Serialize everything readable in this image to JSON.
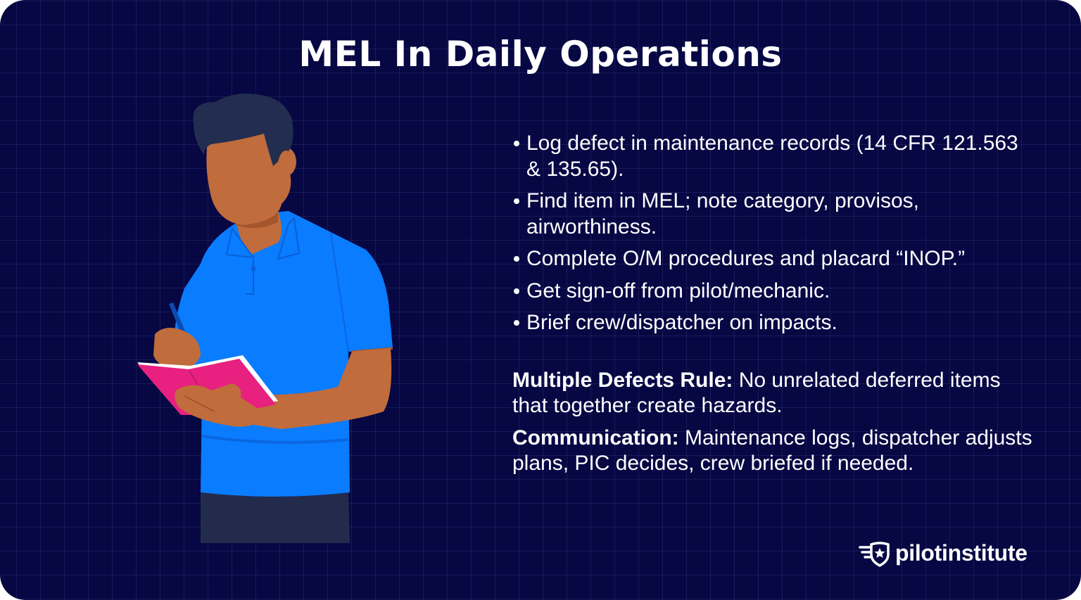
{
  "header": {
    "title": "MEL In Daily Operations"
  },
  "steps": [
    {
      "text": "Log defect in maintenance records (14 CFR 121.563 & 135.65)."
    },
    {
      "text": "Find item in MEL; note category, provisos, airworthiness."
    },
    {
      "text": "Complete O/M procedures and placard “INOP.”"
    },
    {
      "text": "Get sign-off from pilot/mechanic."
    },
    {
      "text": "Brief crew/dispatcher on impacts."
    }
  ],
  "notes": [
    {
      "label": "Multiple Defects Rule:",
      "text": " No unrelated deferred items that together create hazards."
    },
    {
      "label": "Communication:",
      "text": " Maintenance logs, dispatcher adjusts plans, PIC decides, crew briefed if needed."
    }
  ],
  "illustration": {
    "subject": "person-writing-in-notebook",
    "colors": {
      "background": "#060743",
      "grid": "#2a2d6e",
      "hair": "#232d4f",
      "skin": "#c06c3c",
      "skin_shadow": "#a5552c",
      "shirt": "#0a7cff",
      "shirt_shadow": "#0a5fd6",
      "pants": "#232b4d",
      "notebook": "#e8207f",
      "pen": "#0d4bb0"
    }
  },
  "brand": {
    "name": "pilotinstitute",
    "icon": "shield-star-wings-icon"
  }
}
